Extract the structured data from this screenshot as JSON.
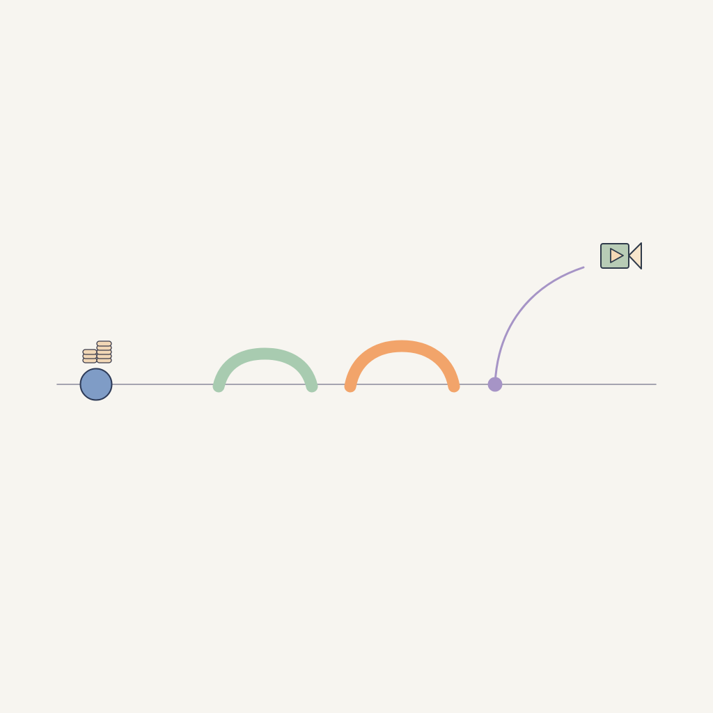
{
  "diagram": {
    "background": "#f7f5f0",
    "baseline": {
      "color": "#8a8a9a"
    },
    "nodes": [
      {
        "id": "start",
        "shape": "circle",
        "fill": "#7f9cc6",
        "stroke": "#2d3a57",
        "icon": "coins-icon"
      },
      {
        "id": "green-arc",
        "shape": "arc",
        "color": "#a8cbb0"
      },
      {
        "id": "orange-arc",
        "shape": "arc",
        "color": "#f2a46a"
      },
      {
        "id": "end",
        "shape": "dot",
        "color": "#a694c6",
        "icon": "video-camera-icon"
      }
    ],
    "icons": {
      "coins": {
        "fill": "#f1d7b6",
        "stroke": "#3a3a4a"
      },
      "video_camera": {
        "body_fill": "#b8ccb6",
        "play_fill": "#f6d9b5",
        "lens_fill": "#f8e6cc",
        "stroke": "#2f3a4a"
      }
    }
  }
}
